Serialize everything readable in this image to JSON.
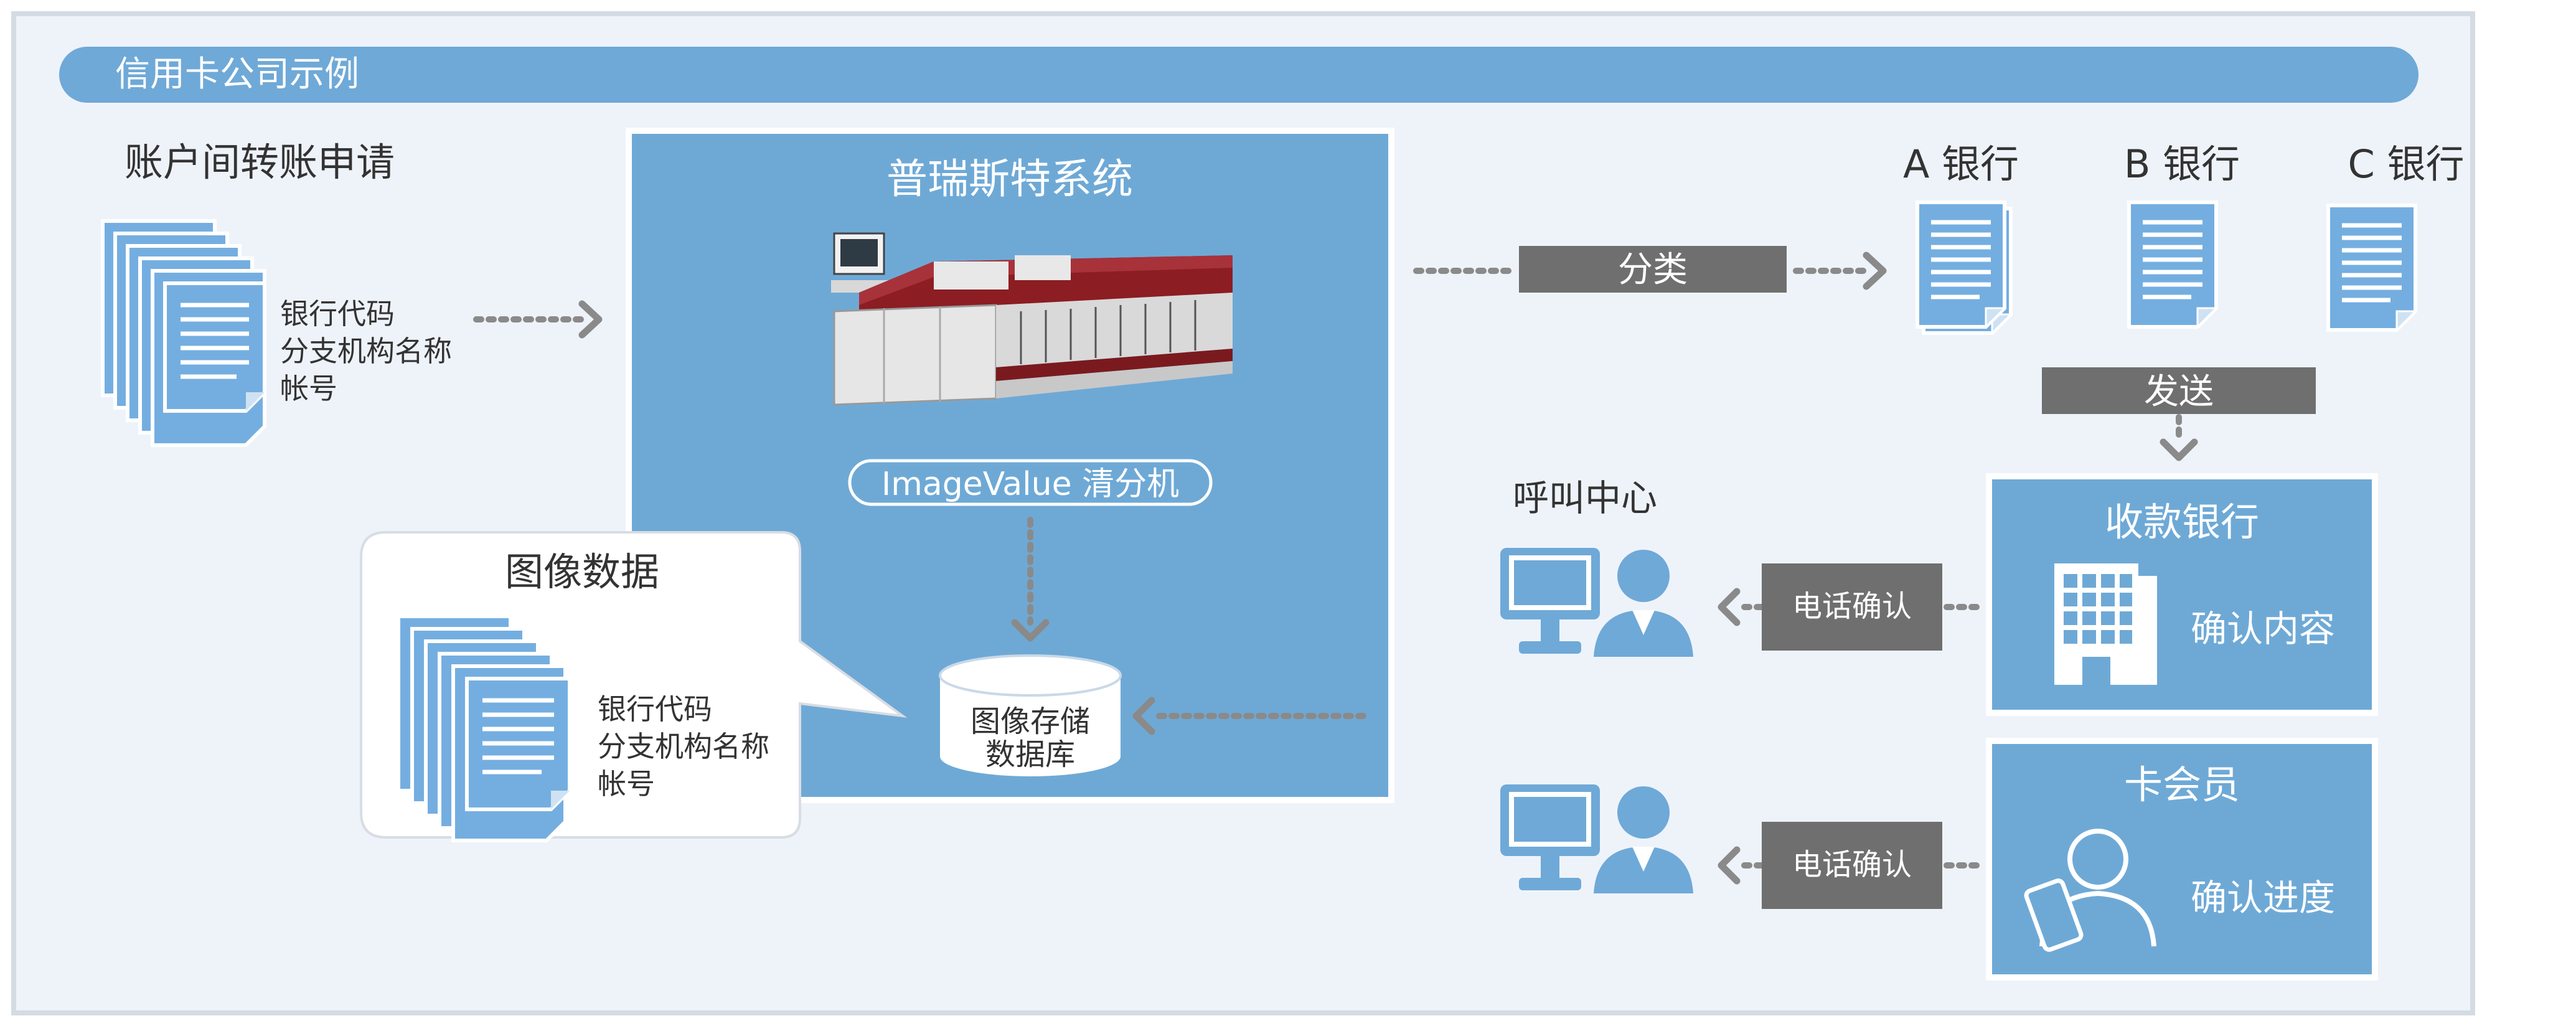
{
  "header": {
    "title": "信用卡公司示例"
  },
  "request": {
    "title": "账户间转账申请",
    "lines": [
      "银行代码",
      "分支机构名称",
      "帐号"
    ]
  },
  "system": {
    "title": "普瑞斯特系统",
    "machine_label": "ImageValue 清分机",
    "database_lines": [
      "图像存储",
      "数据库"
    ]
  },
  "image_data": {
    "title": "图像数据",
    "lines": [
      "银行代码",
      "分支机构名称",
      "帐号"
    ]
  },
  "sort_label": "分类",
  "banks": [
    "A 银行",
    "B 银行",
    "C 银行"
  ],
  "send_label": "发送",
  "call_center": {
    "title": "呼叫中心"
  },
  "receiving_bank": {
    "title": "收款银行",
    "action": "确认内容",
    "phone_label": "电话确认"
  },
  "card_member": {
    "title": "卡会员",
    "action": "确认进度",
    "phone_label": "电话确认"
  },
  "colors": {
    "panel_bg": "#eef3fa",
    "header_blue": "#6fa9d7",
    "box_blue": "#6ea9d6",
    "doc_blue": "#74aee0",
    "gray_label": "#6f6f6f",
    "arrow_gray": "#8a8a8a"
  }
}
